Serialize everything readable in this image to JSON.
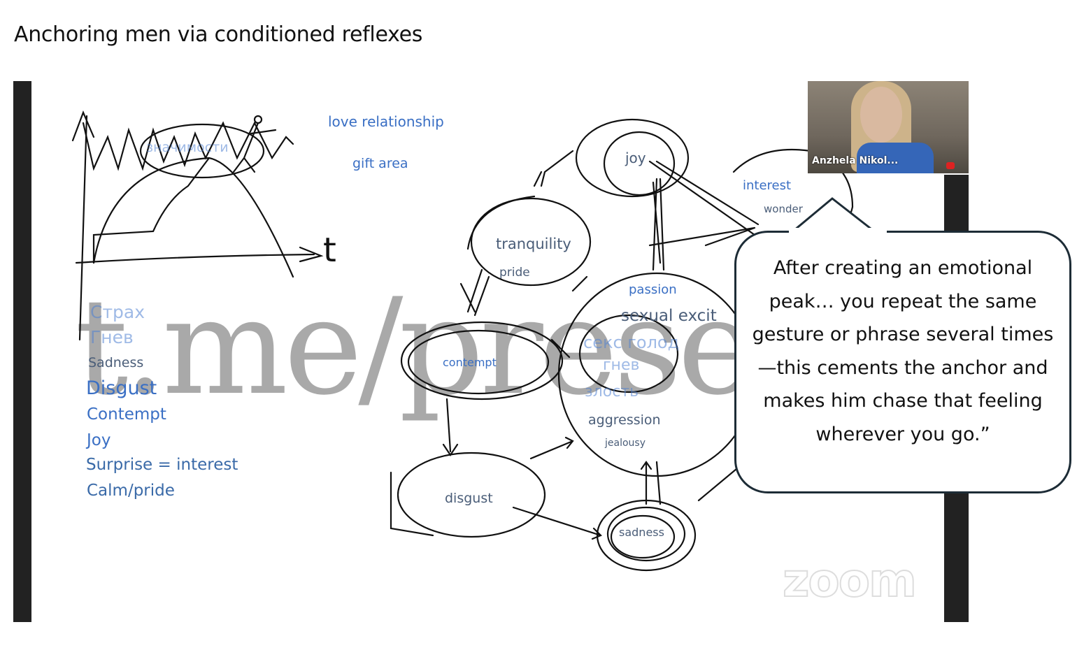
{
  "slide": {
    "title": "Anchoring men via conditioned reflexes",
    "quote": "After creating an emotional peak… you repeat the same gesture or phrase several times—this cements the anchor and makes him chase that feeling wherever you go.”"
  },
  "video": {
    "participant_name": "Anzhela Nikol..."
  },
  "watermark": "t.me/presets_",
  "zoom_logo": "zoom",
  "whiteboard": {
    "graph_label": "значимости",
    "axis_label": "t",
    "top_labels": [
      "love relationship",
      "gift area"
    ],
    "emotion_list": [
      "Страх",
      "Гнев",
      "Sadness",
      "Disgust",
      "Contempt",
      "Joy",
      "Surprise = interest",
      "Calm/pride"
    ],
    "nodes": {
      "joy": "joy",
      "interest": "interest",
      "wonder": "wonder",
      "tranquility": "tranquility",
      "pride": "pride",
      "passion": "passion",
      "sexual": "sexual excit",
      "sex_hunger": "секс голод",
      "anger": "гнев",
      "malice": "злость",
      "aggression": "aggression",
      "jealousy": "jealousy",
      "contempt": "contempt",
      "disgust": "disgust",
      "sadness": "sadness"
    }
  }
}
